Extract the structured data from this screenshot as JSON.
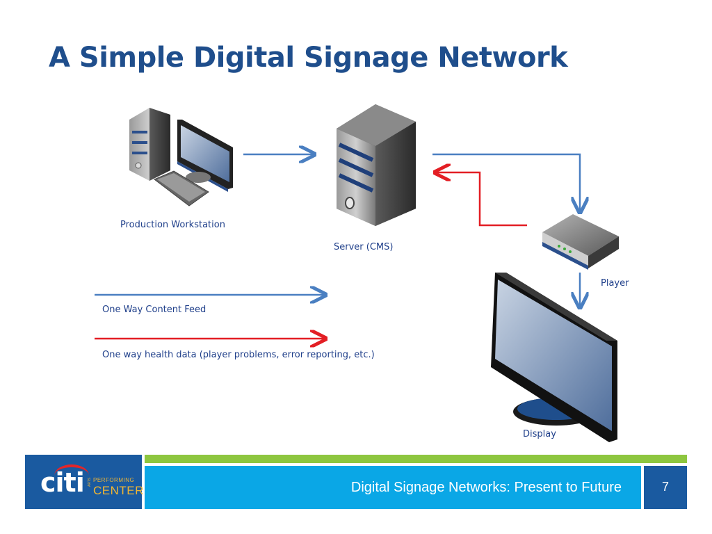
{
  "slide": {
    "title": "A Simple Digital Signage Network",
    "page_number": "7"
  },
  "nodes": {
    "workstation": "Production Workstation",
    "server": "Server (CMS)",
    "player": "Player",
    "display": "Display"
  },
  "legend": {
    "blue_label": "One Way Content Feed",
    "red_label": "One way health data (player problems, error reporting, etc.)",
    "blue_color": "#4a7fc1",
    "red_color": "#e31e24"
  },
  "footer": {
    "text": "Digital Signage Networks: Present to Future",
    "logo": {
      "brand": "citi",
      "performing": "PERFORMING",
      "arts": "ARTS",
      "center": "CENTER"
    }
  },
  "colors": {
    "title": "#1f4e8c",
    "footer_blue": "#0aa7e6",
    "footer_dark": "#1a5aa0",
    "footer_green": "#8dc63f"
  }
}
